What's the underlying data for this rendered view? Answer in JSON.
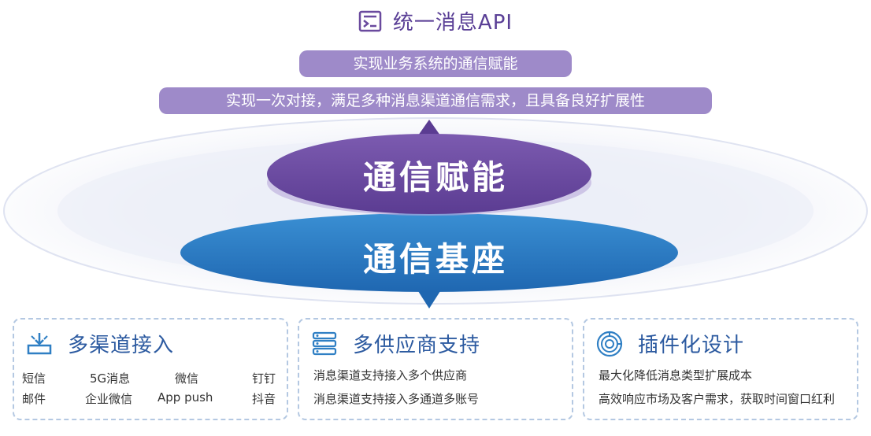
{
  "header": {
    "icon": "api-document-icon",
    "title": "统一消息API"
  },
  "pills": {
    "line1": "实现业务系统的通信赋能",
    "line2": "实现一次对接，满足多种消息渠道通信需求，且具备良好扩展性"
  },
  "layers": {
    "top": "通信赋能",
    "bottom": "通信基座"
  },
  "cards": [
    {
      "icon": "multi-channel-access-icon",
      "title": "多渠道接入",
      "items": [
        "短信",
        "5G消息",
        "微信",
        "钉钉",
        "邮件",
        "企业微信",
        "App push",
        "抖音"
      ]
    },
    {
      "icon": "multi-provider-icon",
      "title": "多供应商支持",
      "lines": [
        "消息渠道支持接入多个供应商",
        "消息渠道支持接入多通道多账号"
      ]
    },
    {
      "icon": "plugin-design-icon",
      "title": "插件化设计",
      "lines": [
        "最大化降低消息类型扩展成本",
        "高效响应市场及客户需求，获取时间窗口红利"
      ]
    }
  ],
  "colors": {
    "purple_title": "#5a3f96",
    "pill_bg": "#9e8ac9",
    "top_ellipse": "#6a4a9e",
    "bottom_ellipse": "#2f7fc4",
    "card_title": "#2c5aa0"
  }
}
